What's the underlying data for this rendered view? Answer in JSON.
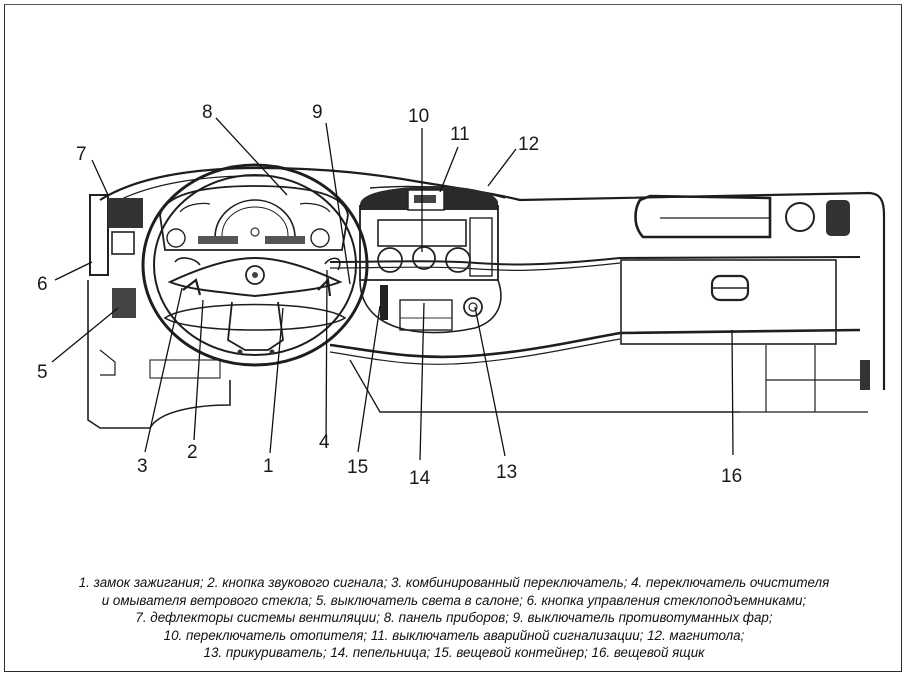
{
  "figure": {
    "callouts": [
      {
        "num": "1"
      },
      {
        "num": "2"
      },
      {
        "num": "3"
      },
      {
        "num": "4"
      },
      {
        "num": "5"
      },
      {
        "num": "6"
      },
      {
        "num": "7"
      },
      {
        "num": "8"
      },
      {
        "num": "9"
      },
      {
        "num": "10"
      },
      {
        "num": "11"
      },
      {
        "num": "12"
      },
      {
        "num": "13"
      },
      {
        "num": "14"
      },
      {
        "num": "15"
      },
      {
        "num": "16"
      }
    ],
    "legend": [
      {
        "num": "1",
        "text": "замок зажигания"
      },
      {
        "num": "2",
        "text": "кнопка звукового сигнала"
      },
      {
        "num": "3",
        "text": "комбинированный переключатель"
      },
      {
        "num": "4",
        "text": "переключатель очистителя и омывателя ветрового стекла"
      },
      {
        "num": "5",
        "text": "выключатель света в салоне"
      },
      {
        "num": "6",
        "text": "кнопка управления стеклоподъемниками"
      },
      {
        "num": "7",
        "text": "дефлекторы системы вентиляции"
      },
      {
        "num": "8",
        "text": "панель приборов"
      },
      {
        "num": "9",
        "text": "выключатель противотуманных фар"
      },
      {
        "num": "10",
        "text": "переключатель отопителя"
      },
      {
        "num": "11",
        "text": "выключатель аварийной сигнализации"
      },
      {
        "num": "12",
        "text": "магнитола"
      },
      {
        "num": "13",
        "text": "прикуриватель"
      },
      {
        "num": "14",
        "text": "пепельница"
      },
      {
        "num": "15",
        "text": "вещевой контейнер"
      },
      {
        "num": "16",
        "text": "вещевой ящик"
      }
    ],
    "caption_lines": [
      "1. замок зажигания; 2. кнопка звукового сигнала; 3. комбинированный переключатель; 4. переключатель очистителя",
      "и омывателя ветрового стекла; 5. выключатель света в салоне; 6. кнопка управления стеклоподъемниками;",
      "7. дефлекторы системы вентиляции; 8. панель приборов; 9. выключатель противотуманных фар;",
      "10. переключатель отопителя; 11. выключатель аварийной сигнализации; 12. магнитола;",
      "13. прикуриватель; 14. пепельница; 15. вещевой контейнер; 16. вещевой ящик"
    ]
  }
}
